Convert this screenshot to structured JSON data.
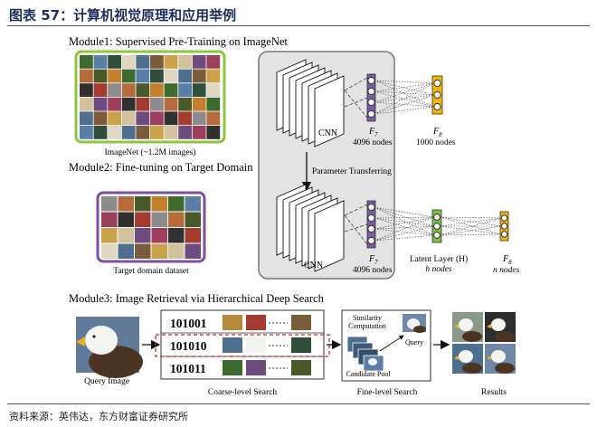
{
  "figure_title": "图表 57：计算机视觉原理和应用举例",
  "source": "资料来源：英伟达，东方财富证券研究所",
  "module1": {
    "title": "Module1: Supervised Pre-Training on ImageNet",
    "dataset_label": "ImageNet (~1.2M images)",
    "cnn_label": "CNN",
    "f7_label": "F",
    "f7_sub": "7",
    "f7_nodes": "4096 nodes",
    "f8_label": "F",
    "f8_sub": "8",
    "f8_nodes": "1000 nodes"
  },
  "module2": {
    "title": "Module2: Fine-tuning on Target Domain",
    "transfer_label": "Parameter Transferring",
    "dataset_label": "Target domain dataset",
    "cnn_label": "CNN",
    "f7_label": "F",
    "f7_sub": "7",
    "f7_nodes": "4096 nodes",
    "latent_label": "Latent Layer (H)",
    "latent_nodes": "h nodes",
    "f8_label": "F",
    "f8_sub": "8",
    "f8_nodes": "n nodes"
  },
  "module3": {
    "title": "Module3: Image Retrieval via Hierarchical Deep Search",
    "query_label": "Query Image",
    "codes": [
      "101001",
      "101010",
      "101011"
    ],
    "coarse_label": "Coarse-level Search",
    "similarity_label1": "Similarity",
    "similarity_label2": "Computation",
    "query_small": "Query",
    "candidate_label": "Candidate Pool",
    "fine_label": "Fine-level Search",
    "results_label": "Results"
  },
  "colors": {
    "title": "#1f2d5a",
    "imagenet_border": "#8cc63f",
    "target_border": "#7d4e9e",
    "f7_node": "#7b5aa6",
    "latent_node": "#7ac043",
    "f8_node": "#f4b400",
    "cnn_panel": "#e3e3e3"
  }
}
